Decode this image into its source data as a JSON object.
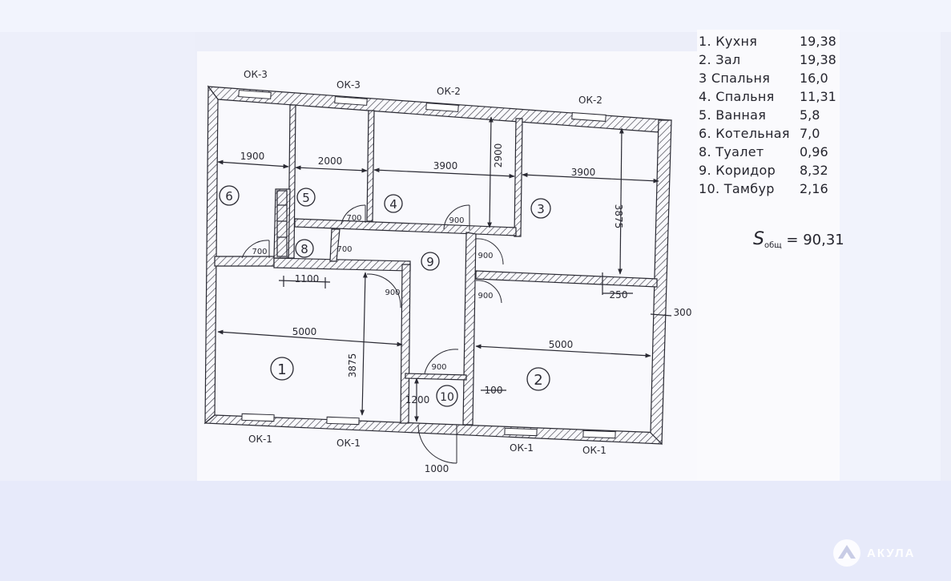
{
  "windows": {
    "top": [
      "ОК-3",
      "ОК-3",
      "ОК-2",
      "ОК-2"
    ],
    "bottom": [
      "ОК-1",
      "ОК-1",
      "ОК-1",
      "ОК-1"
    ]
  },
  "rooms": {
    "r1": "1",
    "r2": "2",
    "r3": "3",
    "r4": "4",
    "r5": "5",
    "r6": "6",
    "r8": "8",
    "r9": "9",
    "r10": "10"
  },
  "dimensions": {
    "w1900": "1900",
    "w2000": "2000",
    "w3900a": "3900",
    "w3900b": "3900",
    "h2900": "2900",
    "h3875a": "3875",
    "h3875b": "3875",
    "w5000a": "5000",
    "w5000b": "5000",
    "d1100": "1100",
    "d250": "250",
    "d300": "300",
    "d100": "100",
    "d1200": "1200",
    "d1000": "1000"
  },
  "doors": {
    "d700a": "700",
    "d700b": "700",
    "d700c": "700",
    "d900a": "900",
    "d900b": "900",
    "d900c": "900",
    "d900d": "900",
    "d900e": "900"
  },
  "legend": [
    {
      "num": "1.",
      "name": "Кухня",
      "area": "19,38"
    },
    {
      "num": "2.",
      "name": "Зал",
      "area": "19,38"
    },
    {
      "num": "3",
      "name": "Спальня",
      "area": "16,0"
    },
    {
      "num": "4.",
      "name": "Спальня",
      "area": "11,31"
    },
    {
      "num": "5.",
      "name": "Ванная",
      "area": "5,8"
    },
    {
      "num": "6.",
      "name": "Котельная",
      "area": "7,0"
    },
    {
      "num": "8.",
      "name": "Туалет",
      "area": "0,96"
    },
    {
      "num": "9.",
      "name": "Коридор",
      "area": "8,32"
    },
    {
      "num": "10.",
      "name": "Тамбур",
      "area": "2,16"
    }
  ],
  "total": {
    "symbol": "S",
    "sub": "общ",
    "value": "= 90,31"
  },
  "watermark": "АКУЛА",
  "colors": {
    "ink": "#2a2a33",
    "paper": "#f9f9fd",
    "background": "#eceef9"
  }
}
